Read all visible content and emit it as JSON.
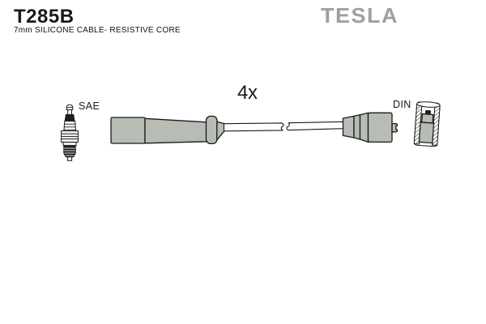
{
  "header": {
    "product_code": "T285B",
    "subtitle": "7mm SILICONE CABLE- RESISTIVE CORE",
    "brand": "TESLA"
  },
  "diagram": {
    "quantity_label": "4x",
    "spark_plug_end_label": "SAE",
    "distributor_end_label": "DIN",
    "parts": [
      "spark-plug",
      "spark-plug-boot",
      "ignition-cable-with-break-marks",
      "distributor-boot",
      "din-connector-cross-section"
    ]
  },
  "colors": {
    "background": "#ffffff",
    "line": "#1a1a1a",
    "part_fill": "#b7bdb4",
    "metal_fill": "#ececea",
    "dark_fill": "#1e1e1e",
    "brand_gray": "#9aa39a"
  }
}
